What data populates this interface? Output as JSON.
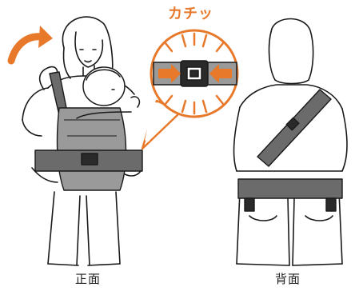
{
  "illustration": {
    "callout_text": "カチッ",
    "captions": {
      "front": "正面",
      "back": "背面"
    },
    "colors": {
      "accent": "#e8792b",
      "ink": "#1a1a1a",
      "carrier_dark": "#6b6b6b",
      "carrier_light": "#9a9a9a",
      "buckle": "#2a2a2a"
    },
    "icons": [
      "curved-arrow-icon",
      "buckle-icon",
      "inward-arrows-icon"
    ]
  }
}
